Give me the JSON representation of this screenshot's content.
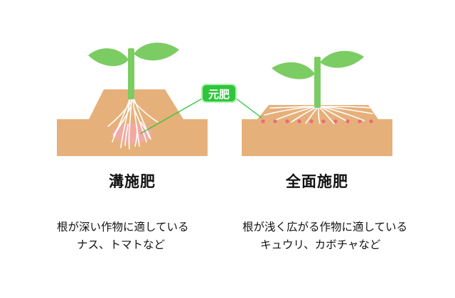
{
  "fertilizer_label": "元肥",
  "trench": {
    "title": "溝施肥",
    "description_line1": "根が深い作物に適している",
    "description_line2": "ナス、トマトなど"
  },
  "broadcast": {
    "title": "全面施肥",
    "description_line1": "根が浅く広がる作物に適している",
    "description_line2": "キュウリ、カボチャなど"
  },
  "colors": {
    "soil": "#e6b07a",
    "stem": "#7ccc64",
    "root": "#ffffff",
    "fertilizer_dot": "#e96a7c",
    "fertilizer_cloud": "#f3a8a8",
    "badge": "#2ec63c",
    "leader_line": "#2ec63c"
  }
}
